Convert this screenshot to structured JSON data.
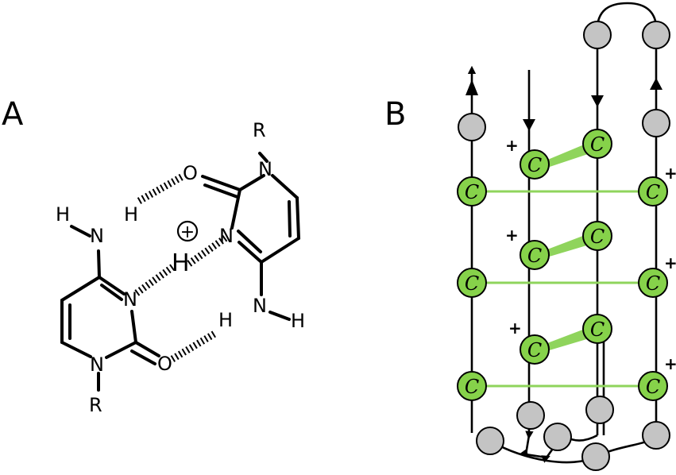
{
  "panels": {
    "a_label": "A",
    "b_label": "B"
  },
  "panel_a": {
    "atoms": {
      "r_top": "R",
      "n_top_ring": "N",
      "o_top": "O",
      "n3_top": "N",
      "h_plus": "H",
      "plus_symbol": "+",
      "n4_top": "N",
      "h_top_amino_right": "H",
      "h_top_amino_mid": "H",
      "h_left_amino_1": "H",
      "h_left_amino_2": "H",
      "n_left_amino": "N",
      "n3_bottom": "N",
      "o_bottom": "O",
      "n1_bottom": "N",
      "r_bottom": "R"
    }
  },
  "panel_b": {
    "nucleotide_letter": "C",
    "charge_symbol": "+"
  }
}
